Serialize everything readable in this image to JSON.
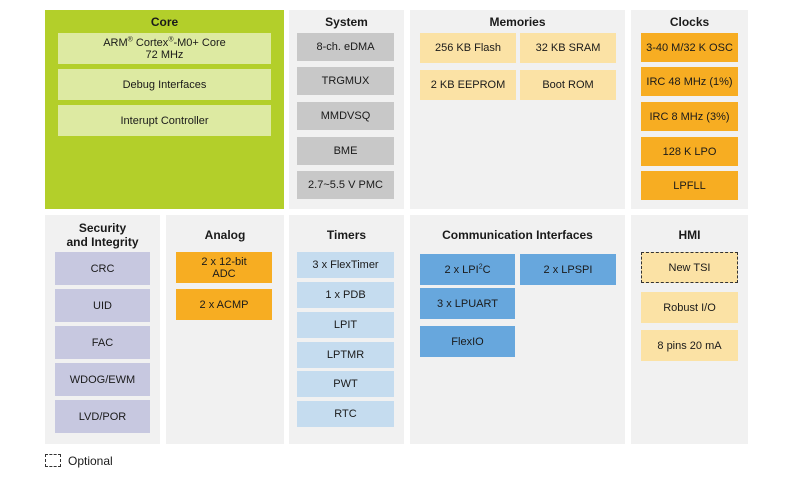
{
  "core": {
    "title": "Core",
    "cpu_line1_prefix": "ARM",
    "cpu_line1_mid": " Cortex",
    "cpu_line1_suffix": "-M0+ Core",
    "registered_mark": "®",
    "cpu_line2": "72 MHz",
    "items": [
      "Debug Interfaces",
      "Interupt Controller"
    ]
  },
  "system": {
    "title": "System",
    "items": [
      "8-ch. eDMA",
      "TRGMUX",
      "MMDVSQ",
      "BME",
      "2.7~5.5 V PMC"
    ]
  },
  "memories": {
    "title": "Memories",
    "items": [
      "256 KB Flash",
      "32 KB SRAM",
      "2 KB EEPROM",
      "Boot ROM"
    ]
  },
  "clocks": {
    "title": "Clocks",
    "items": [
      "3-40 M/32 K OSC",
      "IRC 48 MHz (1%)",
      "IRC 8 MHz (3%)",
      "128 K LPO",
      "LPFLL"
    ]
  },
  "security": {
    "title_line1": "Security",
    "title_line2": "and Integrity",
    "items": [
      "CRC",
      "UID",
      "FAC",
      "WDOG/EWM",
      "LVD/POR"
    ]
  },
  "analog": {
    "title": "Analog",
    "adc_line1": "2 x 12-bit",
    "adc_line2": "ADC",
    "acmp": "2 x ACMP"
  },
  "timers": {
    "title": "Timers",
    "items": [
      "3 x FlexTimer",
      "1 x PDB",
      "LPIT",
      "LPTMR",
      "PWT",
      "RTC"
    ]
  },
  "comm": {
    "title": "Communication Interfaces",
    "lpi2c_prefix": "2 x LPI",
    "lpi2c_sup": "2",
    "lpi2c_suffix": "C",
    "lpspi": "2 x LPSPI",
    "lpuart": "3 x LPUART",
    "flexio": "FlexIO"
  },
  "hmi": {
    "title": "HMI",
    "items": [
      "New TSI",
      "Robust I/O",
      "8 pins 20 mA"
    ]
  },
  "legend": {
    "label": "Optional"
  },
  "colors": {
    "core_panel": "#b3cf2a",
    "core_box": "#ddeaa2",
    "system_box": "#c8c8c8",
    "memory_box": "#fbe2a5",
    "clock_box": "#f7ad22",
    "security_box": "#c7c8e0",
    "timer_box": "#c5dcef",
    "comm_box": "#67a7dd",
    "panel_bg": "#f1f1f1"
  }
}
